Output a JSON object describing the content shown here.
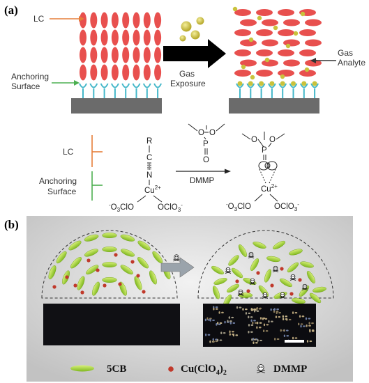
{
  "panel_a": {
    "label": "(a)",
    "lc_label": "LC",
    "anchoring_label_1": "Anchoring",
    "anchoring_label_2": "Surface",
    "gas_exposure_1": "Gas",
    "gas_exposure_2": "Exposure",
    "gas_analyte_1": "Gas",
    "gas_analyte_2": "Analyte",
    "scheme_lc": "LC",
    "scheme_anchor_1": "Anchoring",
    "scheme_anchor_2": "Surface",
    "dmmp_arrow": "DMMP",
    "chem": {
      "r": "R",
      "c": "C",
      "n": "N",
      "cu": "Cu",
      "charge": "2+",
      "o3clo": "-O3ClO",
      "oclo3": "OClO3-",
      "p": "P",
      "o": "O"
    },
    "colors": {
      "lc": "#e8504e",
      "anchor_stem": "#43b7c9",
      "substrate": "#666666",
      "gas": "#c9c23c",
      "arrow": "#000000",
      "lc_tick": "#e67e3a",
      "anchor_tick": "#4caf50"
    }
  },
  "panel_b": {
    "label": "(b)",
    "legend": {
      "item1": "5CB",
      "item2": "Cu(ClO4)2",
      "item3": "DMMP"
    },
    "colors": {
      "lc": "#9ccf2e",
      "cu": "#c0392b",
      "background": "#c7c7c7",
      "image_dark": "#0f0f12"
    }
  }
}
